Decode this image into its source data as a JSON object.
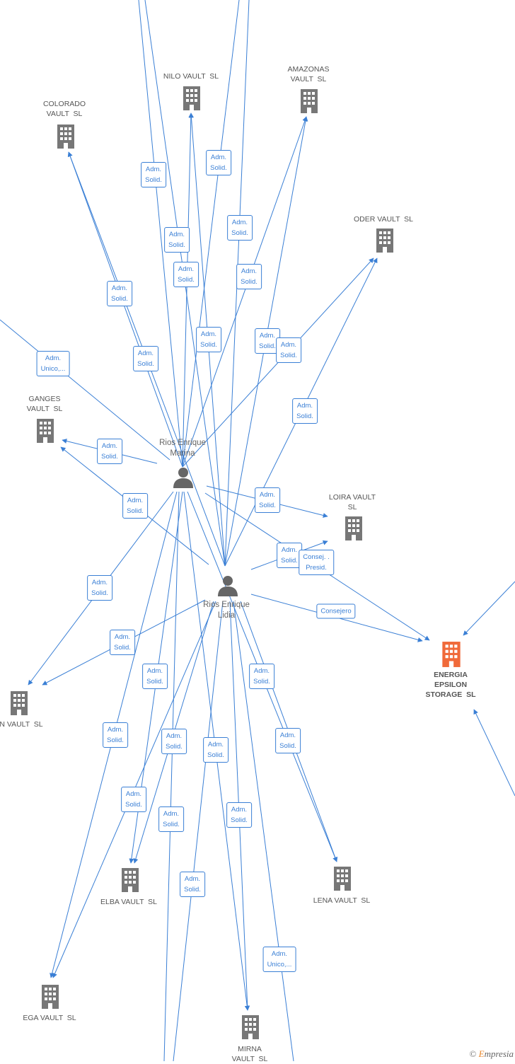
{
  "companies": [
    {
      "id": "nilo",
      "name": "NILO VAULT  SL"
    },
    {
      "id": "amazonas",
      "name": "AMAZONAS\nVAULT  SL"
    },
    {
      "id": "colorado",
      "name": "COLORADO\nVAULT  SL"
    },
    {
      "id": "oder",
      "name": "ODER VAULT  SL"
    },
    {
      "id": "ganges",
      "name": "GANGES\nVAULT  SL"
    },
    {
      "id": "loira",
      "name": "LOIRA VAULT\nSL"
    },
    {
      "id": "energia",
      "name": "ENERGIA\nEPSILON\nSTORAGE  SL",
      "focus": true
    },
    {
      "id": "nvault",
      "name": "N VAULT  SL"
    },
    {
      "id": "elba",
      "name": "ELBA VAULT  SL"
    },
    {
      "id": "lena",
      "name": "LENA VAULT  SL"
    },
    {
      "id": "ega",
      "name": "EGA VAULT  SL"
    },
    {
      "id": "mirna",
      "name": "MIRNA\nVAULT  SL"
    }
  ],
  "persons": [
    {
      "id": "marina",
      "name": "Rios Enrique\nMarina"
    },
    {
      "id": "lidia",
      "name": "Rios Enrique\nLidia"
    }
  ],
  "edge_labels": [
    "Adm.\nSolid.",
    "Adm.\nSolid.",
    "Adm.\nSolid.",
    "Adm.\nSolid.",
    "Adm.\nSolid.",
    "Adm.\nSolid.",
    "Adm.\nSolid.",
    "Adm.\nSolid.",
    "Adm.\nSolid.",
    "Adm.\nUnico,...",
    "Adm.\nSolid.",
    "Adm.\nSolid.",
    "Adm.\nSolid.",
    "Adm.\nSolid.",
    "Adm.\nSolid.",
    "Adm.\nSolid.",
    "Adm.\nSolid.",
    "Consej. .\nPresid.",
    "Consejero",
    "Adm.\nSolid.",
    "Adm.\nSolid.",
    "Adm.\nSolid.",
    "Adm.\nSolid.",
    "Adm.\nSolid.",
    "Adm.\nSolid.",
    "Adm.\nSolid.",
    "Adm.\nSolid.",
    "Adm.\nSolid.",
    "Adm.\nSolid.",
    "Adm.\nSolid.",
    "Adm.\nSolid.",
    "Adm.\nUnico,..."
  ],
  "colors": {
    "edge": "#3a7fd5",
    "building": "#777777",
    "focus_building": "#f06a3a",
    "person": "#666666"
  },
  "watermark": {
    "symbol": "©",
    "brand_initial": "E",
    "brand_rest": "mpresia"
  }
}
